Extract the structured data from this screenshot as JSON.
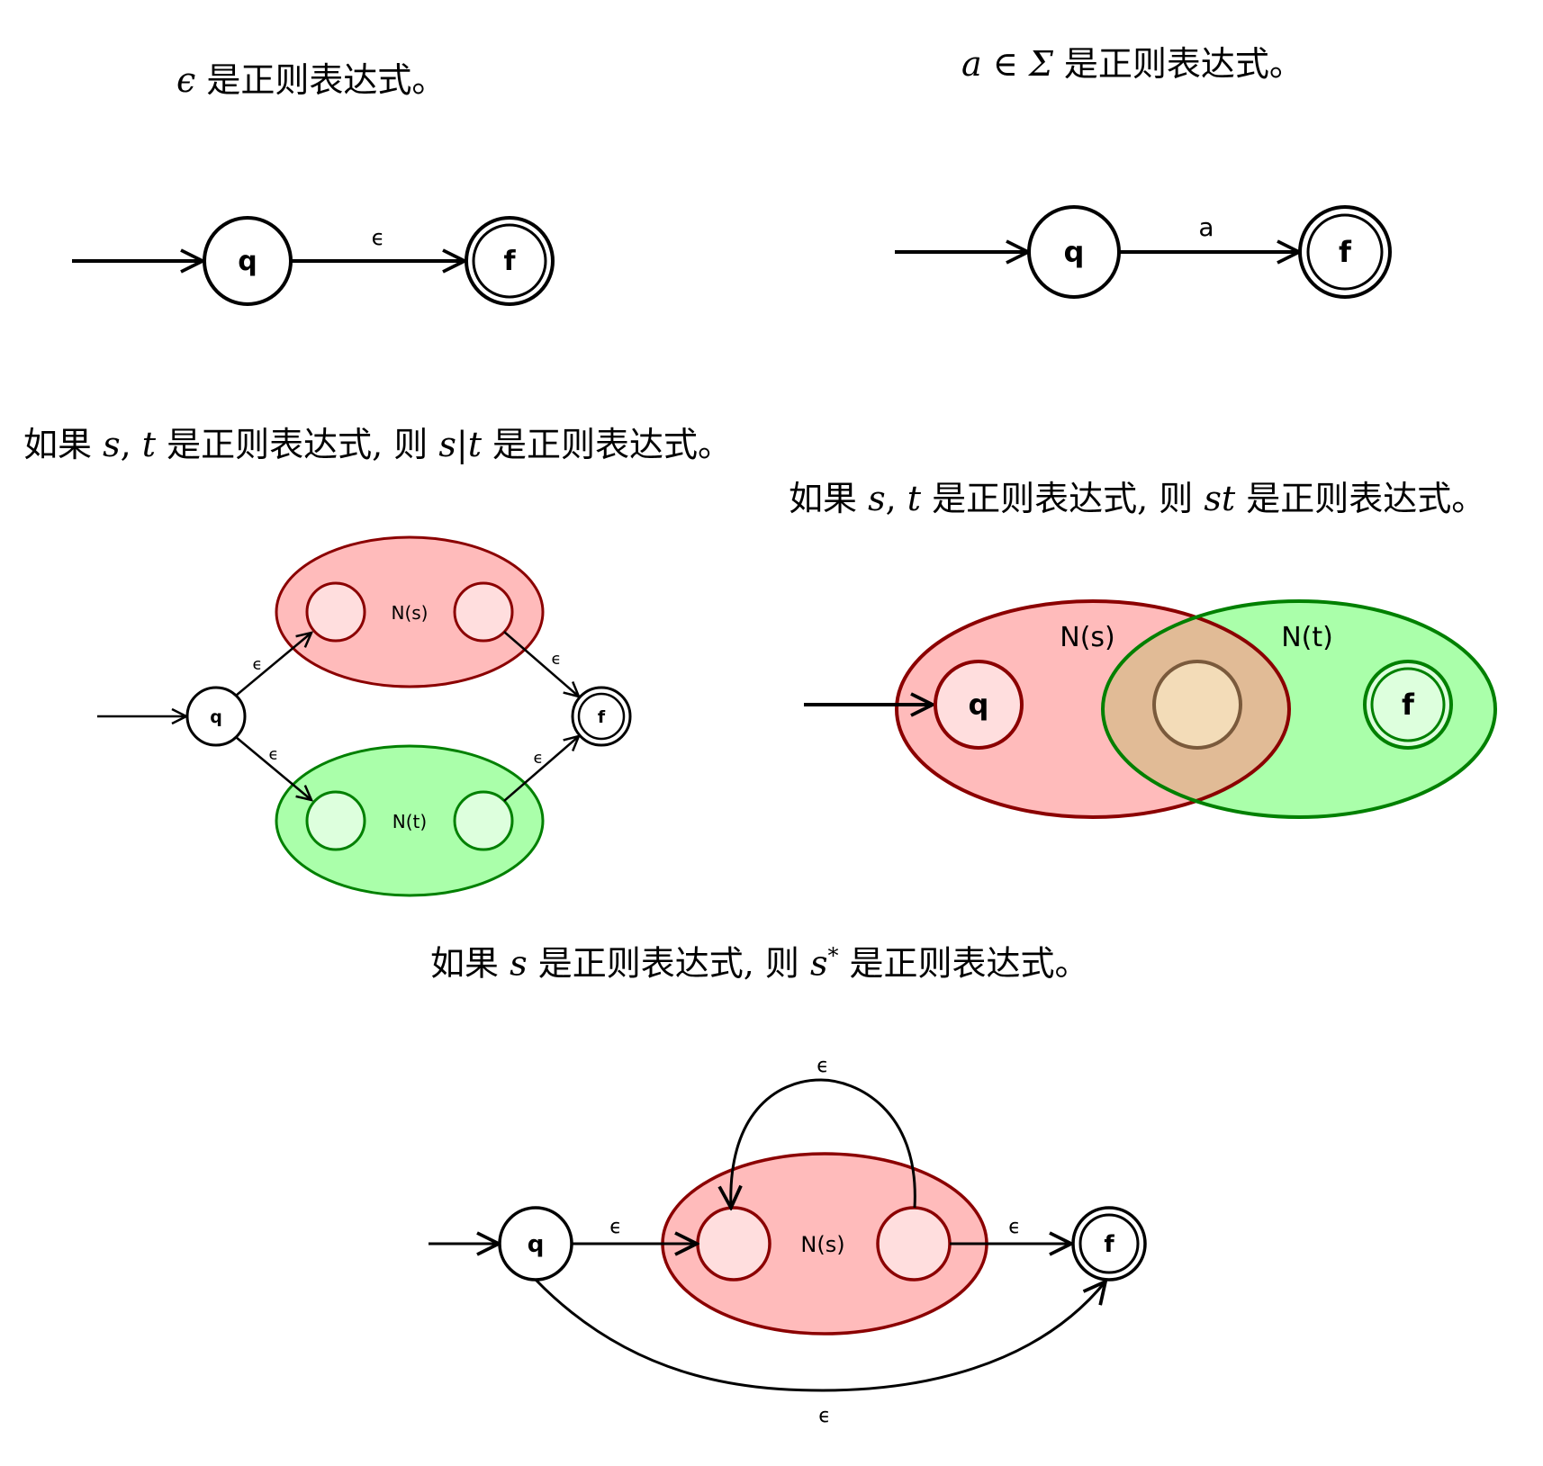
{
  "headings": {
    "epsilon": {
      "math": "ϵ",
      "text": " 是正则表达式。"
    },
    "symbol": {
      "math": "a ∈ Σ",
      "text": " 是正则表达式。"
    },
    "union": {
      "p1": "如果 ",
      "m1": "s",
      "p2": ", ",
      "m2": "t",
      "p3": " 是正则表达式, 则 ",
      "m3": "s|t",
      "p4": " 是正则表达式。"
    },
    "concat": {
      "p1": "如果 ",
      "m1": "s",
      "p2": ", ",
      "m2": "t",
      "p3": " 是正则表达式, 则 ",
      "m3": "st",
      "p4": " 是正则表达式。"
    },
    "star": {
      "p1": "如果 ",
      "m1": "s",
      "p2": " 是正则表达式, 则 ",
      "m3": "s",
      "sup": "*",
      "p4": " 是正则表达式。"
    }
  },
  "states": {
    "start": "q",
    "final": "f"
  },
  "transitions": {
    "epsilon": "ϵ",
    "symbol": "a"
  },
  "subnfa": {
    "s": "N(s)",
    "t": "N(t)"
  },
  "colors": {
    "red_fill": "#ffbbbb",
    "red_stroke": "#8b0000",
    "red_inner": "#ffdede",
    "green_fill": "#aaffaa",
    "green_stroke": "#008000",
    "green_inner": "#ddffdd",
    "overlap_fill": "#e1bb96",
    "merged_state_fill": "#f3dcb8",
    "merged_state_stroke": "#7a5a3c"
  }
}
